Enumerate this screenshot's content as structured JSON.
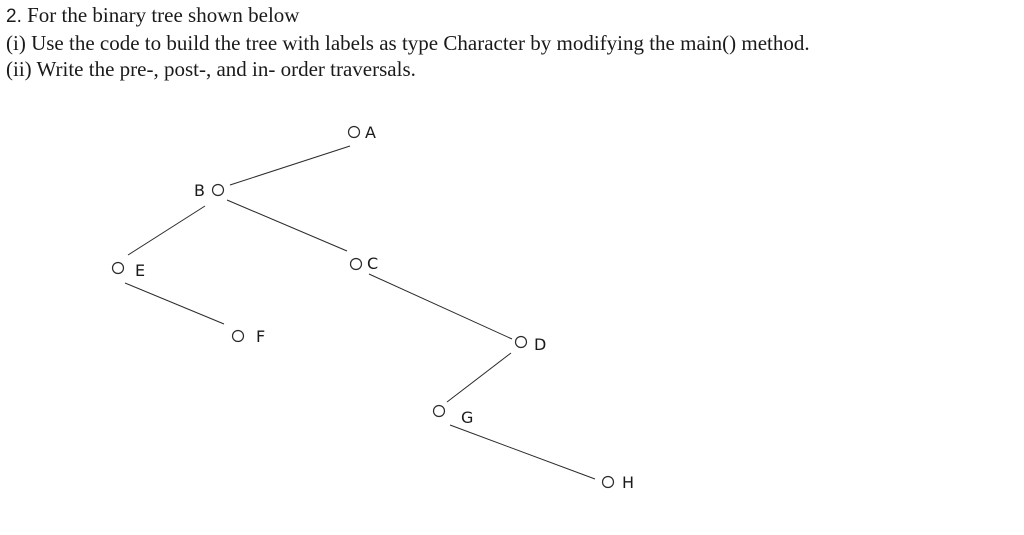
{
  "question": {
    "number": "2.",
    "intro": "For the binary tree shown below",
    "part_i": "(i) Use the code to build the tree with labels as type Character by modifying the main() method.",
    "part_ii": "(ii) Write the pre-, post-, and in- order traversals."
  },
  "tree": {
    "nodes": [
      {
        "id": "A",
        "label": "A"
      },
      {
        "id": "B",
        "label": "B"
      },
      {
        "id": "C",
        "label": "C"
      },
      {
        "id": "D",
        "label": "D"
      },
      {
        "id": "E",
        "label": "E"
      },
      {
        "id": "F",
        "label": "F"
      },
      {
        "id": "G",
        "label": "G"
      },
      {
        "id": "H",
        "label": "H"
      }
    ],
    "edges": [
      {
        "from": "A",
        "to": "B"
      },
      {
        "from": "B",
        "to": "E"
      },
      {
        "from": "B",
        "to": "C"
      },
      {
        "from": "E",
        "to": "F"
      },
      {
        "from": "C",
        "to": "D"
      },
      {
        "from": "D",
        "to": "G"
      },
      {
        "from": "G",
        "to": "H"
      }
    ]
  }
}
